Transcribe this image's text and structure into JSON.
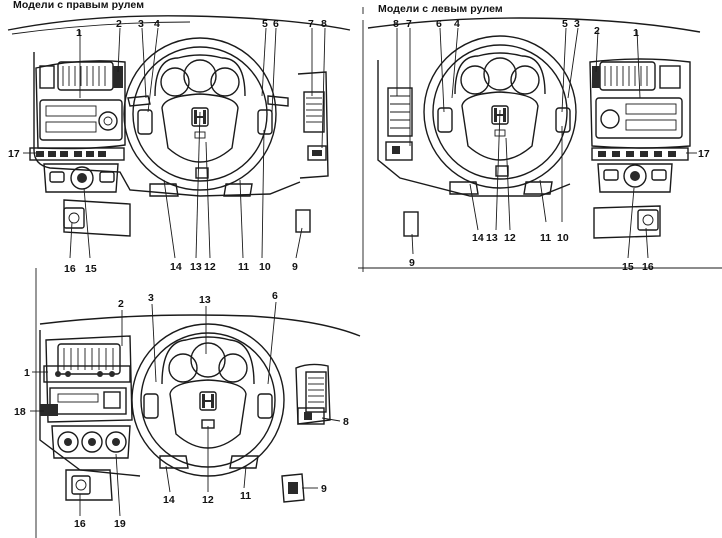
{
  "titles": {
    "rhd": "Модели с правым рулем",
    "lhd": "Модели с левым рулем"
  },
  "colors": {
    "ink": "#1a1a1a",
    "background": "#ffffff"
  },
  "icons": [
    "honda-logo-icon"
  ],
  "callouts": {
    "rhd": [
      {
        "label": "1"
      },
      {
        "label": "2"
      },
      {
        "label": "3"
      },
      {
        "label": "4"
      },
      {
        "label": "5"
      },
      {
        "label": "6"
      },
      {
        "label": "7"
      },
      {
        "label": "8"
      },
      {
        "label": "9"
      },
      {
        "label": "10"
      },
      {
        "label": "11"
      },
      {
        "label": "12"
      },
      {
        "label": "13"
      },
      {
        "label": "14"
      },
      {
        "label": "15"
      },
      {
        "label": "16"
      },
      {
        "label": "17"
      }
    ],
    "lhd": [
      {
        "label": "8"
      },
      {
        "label": "7"
      },
      {
        "label": "6"
      },
      {
        "label": "4"
      },
      {
        "label": "5"
      },
      {
        "label": "3"
      },
      {
        "label": "2"
      },
      {
        "label": "1"
      },
      {
        "label": "17"
      },
      {
        "label": "14"
      },
      {
        "label": "13"
      },
      {
        "label": "12"
      },
      {
        "label": "11"
      },
      {
        "label": "10"
      },
      {
        "label": "9"
      },
      {
        "label": "15"
      },
      {
        "label": "16"
      }
    ],
    "base": [
      {
        "label": "2"
      },
      {
        "label": "3"
      },
      {
        "label": "13"
      },
      {
        "label": "6"
      },
      {
        "label": "1"
      },
      {
        "label": "18"
      },
      {
        "label": "8"
      },
      {
        "label": "9"
      },
      {
        "label": "14"
      },
      {
        "label": "12"
      },
      {
        "label": "11"
      },
      {
        "label": "16"
      },
      {
        "label": "19"
      }
    ]
  }
}
